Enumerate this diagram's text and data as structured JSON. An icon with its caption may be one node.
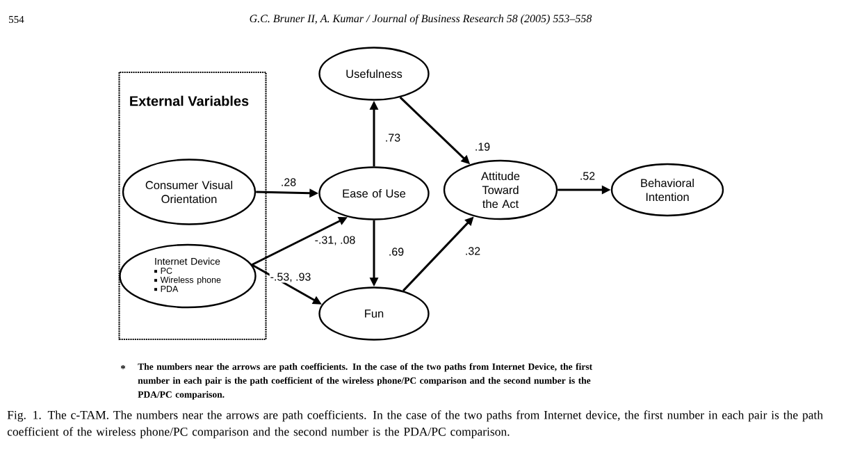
{
  "diagram": {
    "caption": "Fig. 1. The c-TAM. The numbers near the arrows are path coefficients. In the case of the two paths from Internet device, the first number in each pair is the path coefficient of the wireless phone/PC comparison and the second number is the PDA/PC comparison.",
    "nodes": [
      {
        "text": [
          "External Variables"
        ]
      },
      {
        "text": [
          "Consumer Visual Orientation"
        ],
        "in": 0
      },
      {
        "text": [
          "Internet Device",
          "PC",
          "Wireless phone",
          "PDA"
        ],
        "in": 0
      },
      {
        "text": [
          "Usefulness"
        ]
      },
      {
        "text": [
          "Ease of Use"
        ]
      },
      {
        "text": [
          "Fun"
        ]
      },
      {
        "text": [
          "Attitude Toward the Act"
        ]
      },
      {
        "text": [
          "Behavioral Intention"
        ]
      }
    ],
    "edges": [
      {
        "from": 1,
        "to": 4,
        "arrow": "to",
        "label": ".28"
      },
      {
        "from": 2,
        "to": 4,
        "arrow": "to",
        "label": "-.31, .08"
      },
      {
        "from": 2,
        "to": 5,
        "arrow": "to",
        "label": "-.53, .93"
      },
      {
        "from": 4,
        "to": 3,
        "arrow": "to",
        "label": ".73"
      },
      {
        "from": 4,
        "to": 5,
        "arrow": "to",
        "label": ".69"
      },
      {
        "from": 3,
        "to": 6,
        "arrow": "to",
        "label": ".19"
      },
      {
        "from": 5,
        "to": 6,
        "arrow": "to",
        "label": ".32"
      },
      {
        "from": 6,
        "to": 7,
        "arrow": "to",
        "label": ".52"
      }
    ],
    "labels": [
      "554",
      "G.C. Bruner II, A. Kumar / Journal of Business Research 58 (2005) 553–558",
      "*",
      "The numbers near the arrows are path coefficients. In the case of the two paths from Internet Device, the first number in each pair is the path coefficient of the wireless phone/PC comparison and the second number is the PDA/PC comparison."
    ]
  }
}
